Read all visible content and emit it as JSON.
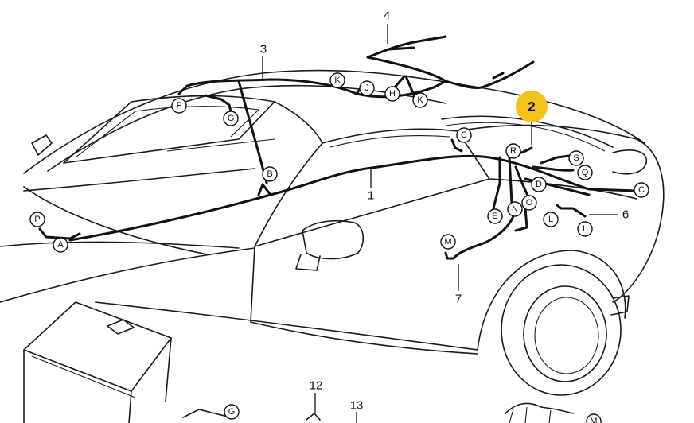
{
  "diagram": {
    "callouts": {
      "c1": "1",
      "c2": "2",
      "c3": "3",
      "c4": "4",
      "c6": "6",
      "c7": "7",
      "c12": "12",
      "c13": "13"
    },
    "connectors": {
      "A": "A",
      "P": "P",
      "F": "F",
      "G1": "G",
      "B": "B",
      "K1": "K",
      "J": "J",
      "H": "H",
      "K2": "K",
      "C1": "C",
      "R": "R",
      "S": "S",
      "Q": "Q",
      "D": "D",
      "C2": "C",
      "E": "E",
      "N": "N",
      "O": "O",
      "L1": "L",
      "L2": "L",
      "M": "M",
      "G2": "G",
      "M2": "M"
    },
    "highlight": {
      "label": "2",
      "color": "#f3c21a"
    }
  }
}
